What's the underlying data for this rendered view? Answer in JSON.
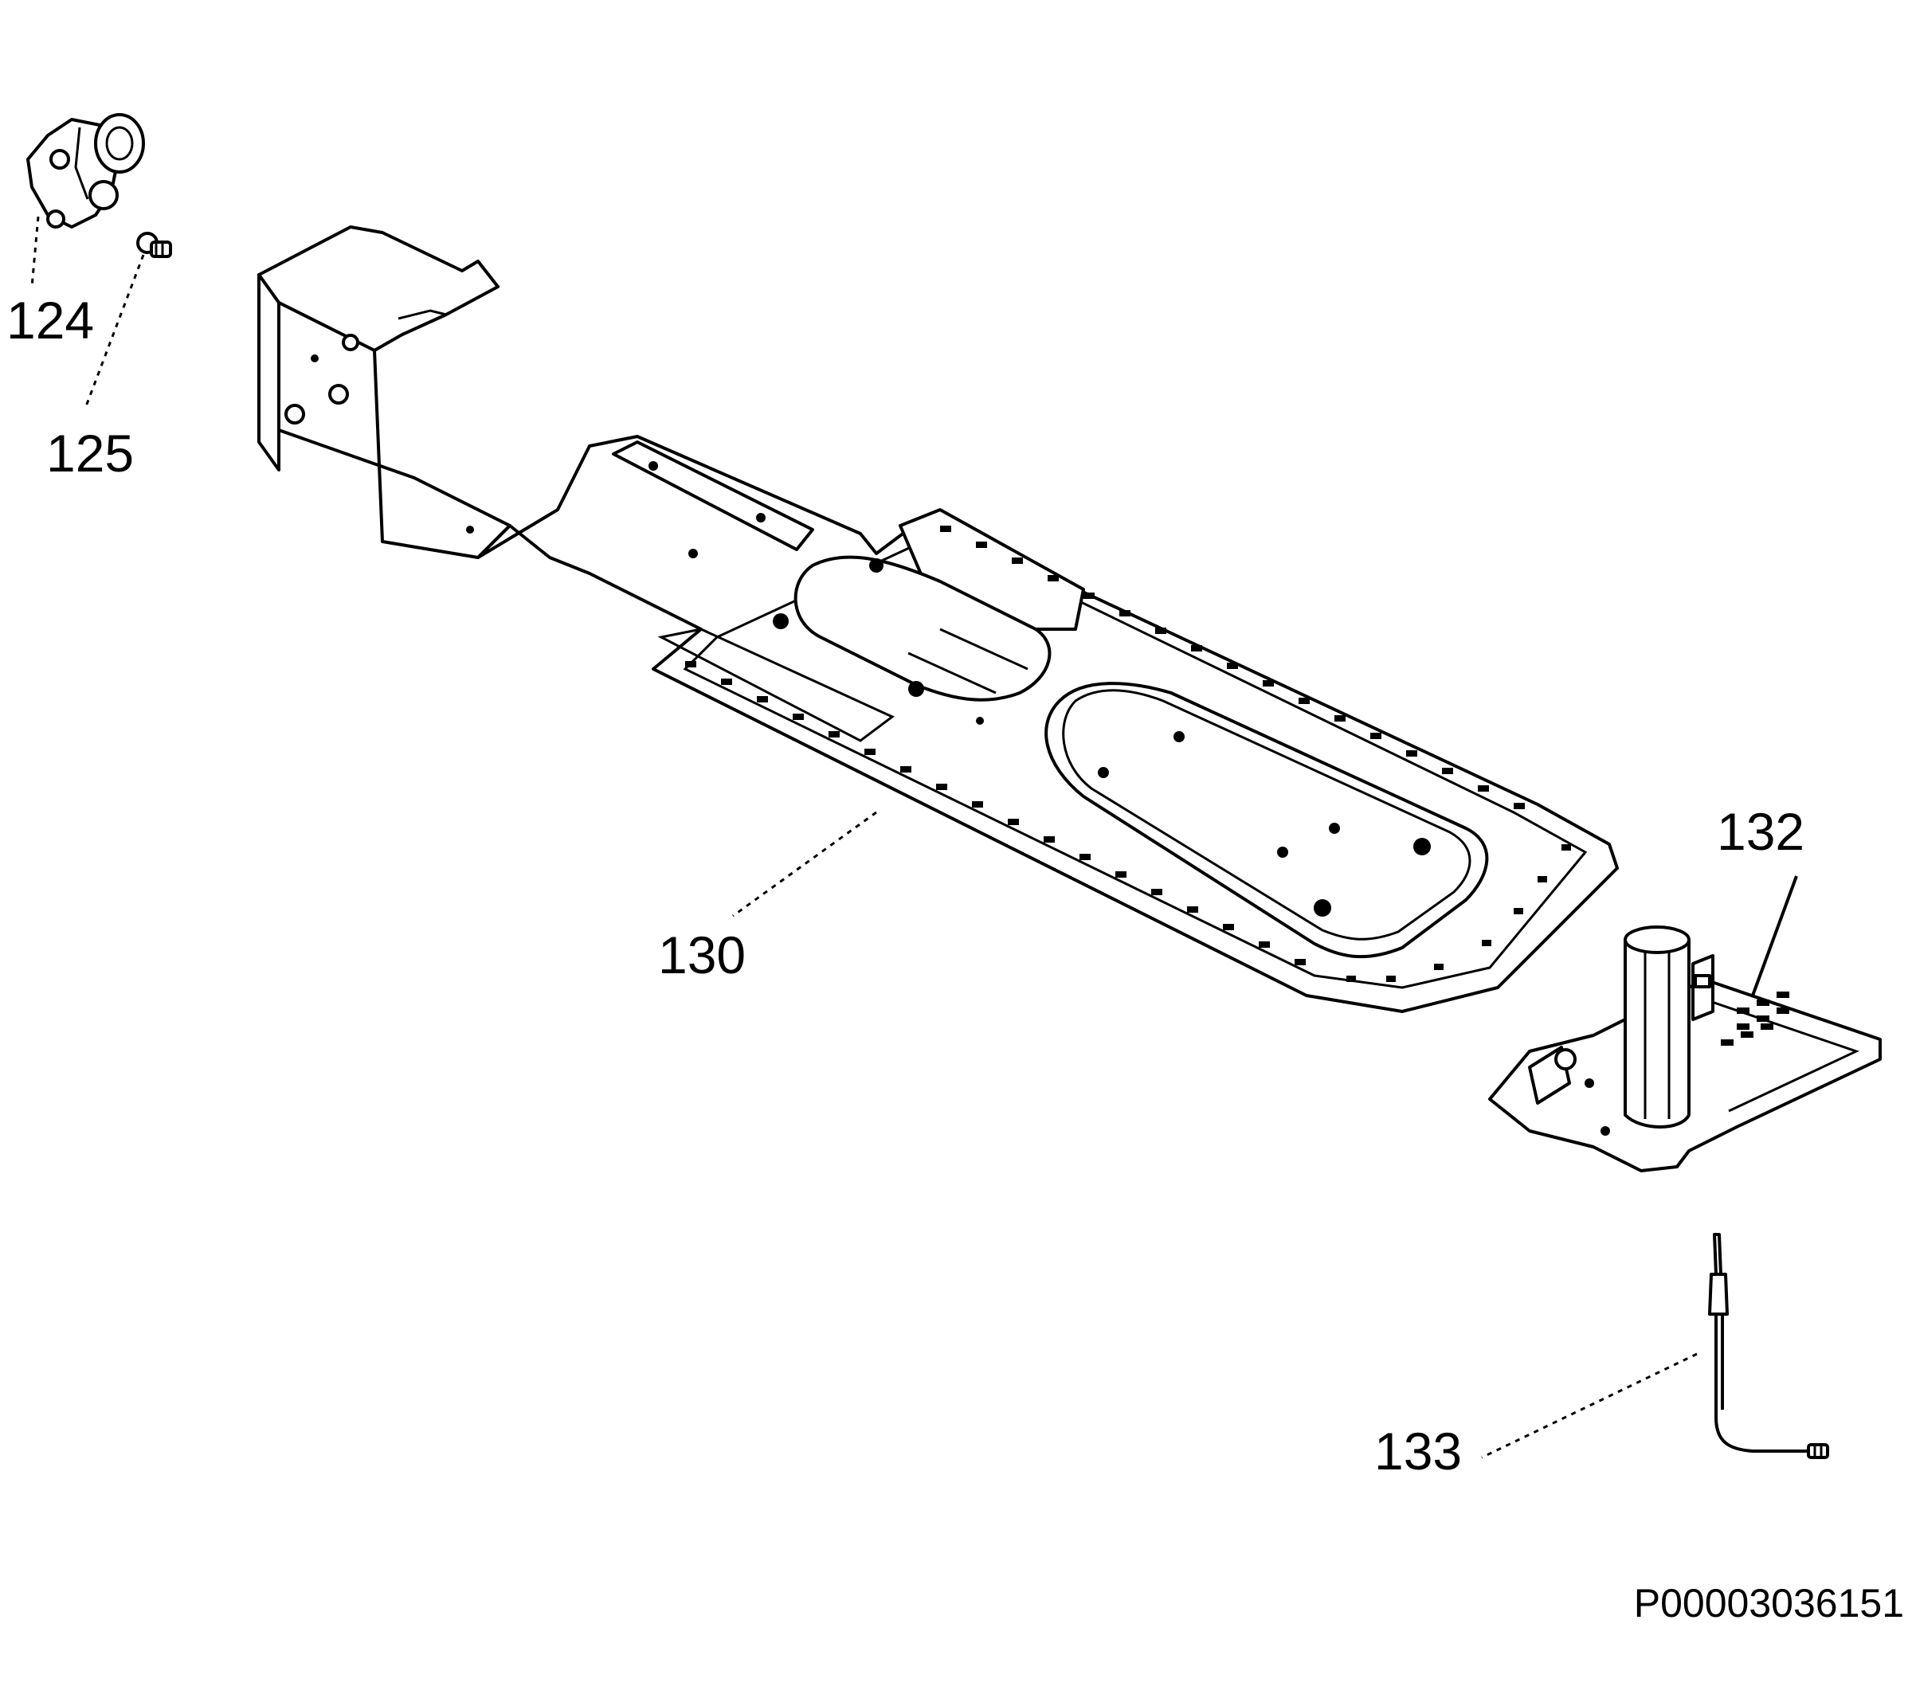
{
  "diagram": {
    "callouts": {
      "c124": "124",
      "c125": "125",
      "c130": "130",
      "c132": "132",
      "c133": "133"
    },
    "document_code": "P00003036151"
  }
}
